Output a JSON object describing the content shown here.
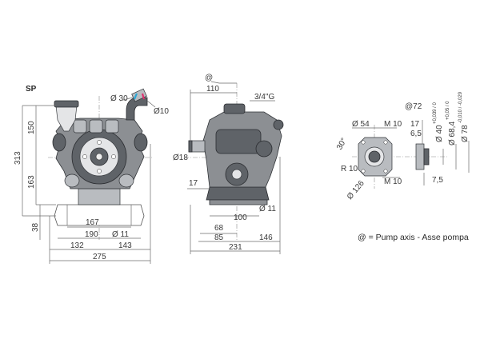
{
  "model_label": "SP",
  "legend_note": "@ = Pump axis - Asse pompa",
  "front_view": {
    "dim_30": "Ø 30",
    "dim_10": "Ø10",
    "dim_150": "150",
    "dim_313": "313",
    "dim_163": "163",
    "dim_38": "38",
    "dim_167": "167",
    "dim_190": "190",
    "dim_11": "Ø 11",
    "dim_132": "132",
    "dim_143": "143",
    "dim_275": "275"
  },
  "side_view": {
    "dim_axis": "@",
    "dim_110": "110",
    "dim_thread": "3/4\"G",
    "dim_18": "Ø18",
    "dim_17": "17",
    "dim_11": "Ø 11",
    "dim_100": "100",
    "dim_68": "68",
    "dim_85": "85",
    "dim_146": "146",
    "dim_231": "231"
  },
  "flange_view": {
    "dim_72": "@72",
    "dim_54": "Ø 54",
    "dim_m10_top": "M 10",
    "dim_17": "17",
    "dim_65": "6,5",
    "dim_40": "Ø 40",
    "tol_40": "+0,039 / 0",
    "dim_684": "Ø 68,4",
    "tol_684": "+0,05 / 0",
    "dim_78": "Ø 78",
    "tol_78": "-0,010 / -0,029",
    "dim_30deg": "30°",
    "dim_r10": "R 10",
    "dim_126": "Ø 126",
    "dim_m10_bottom": "M 10",
    "dim_75": "7,5"
  }
}
